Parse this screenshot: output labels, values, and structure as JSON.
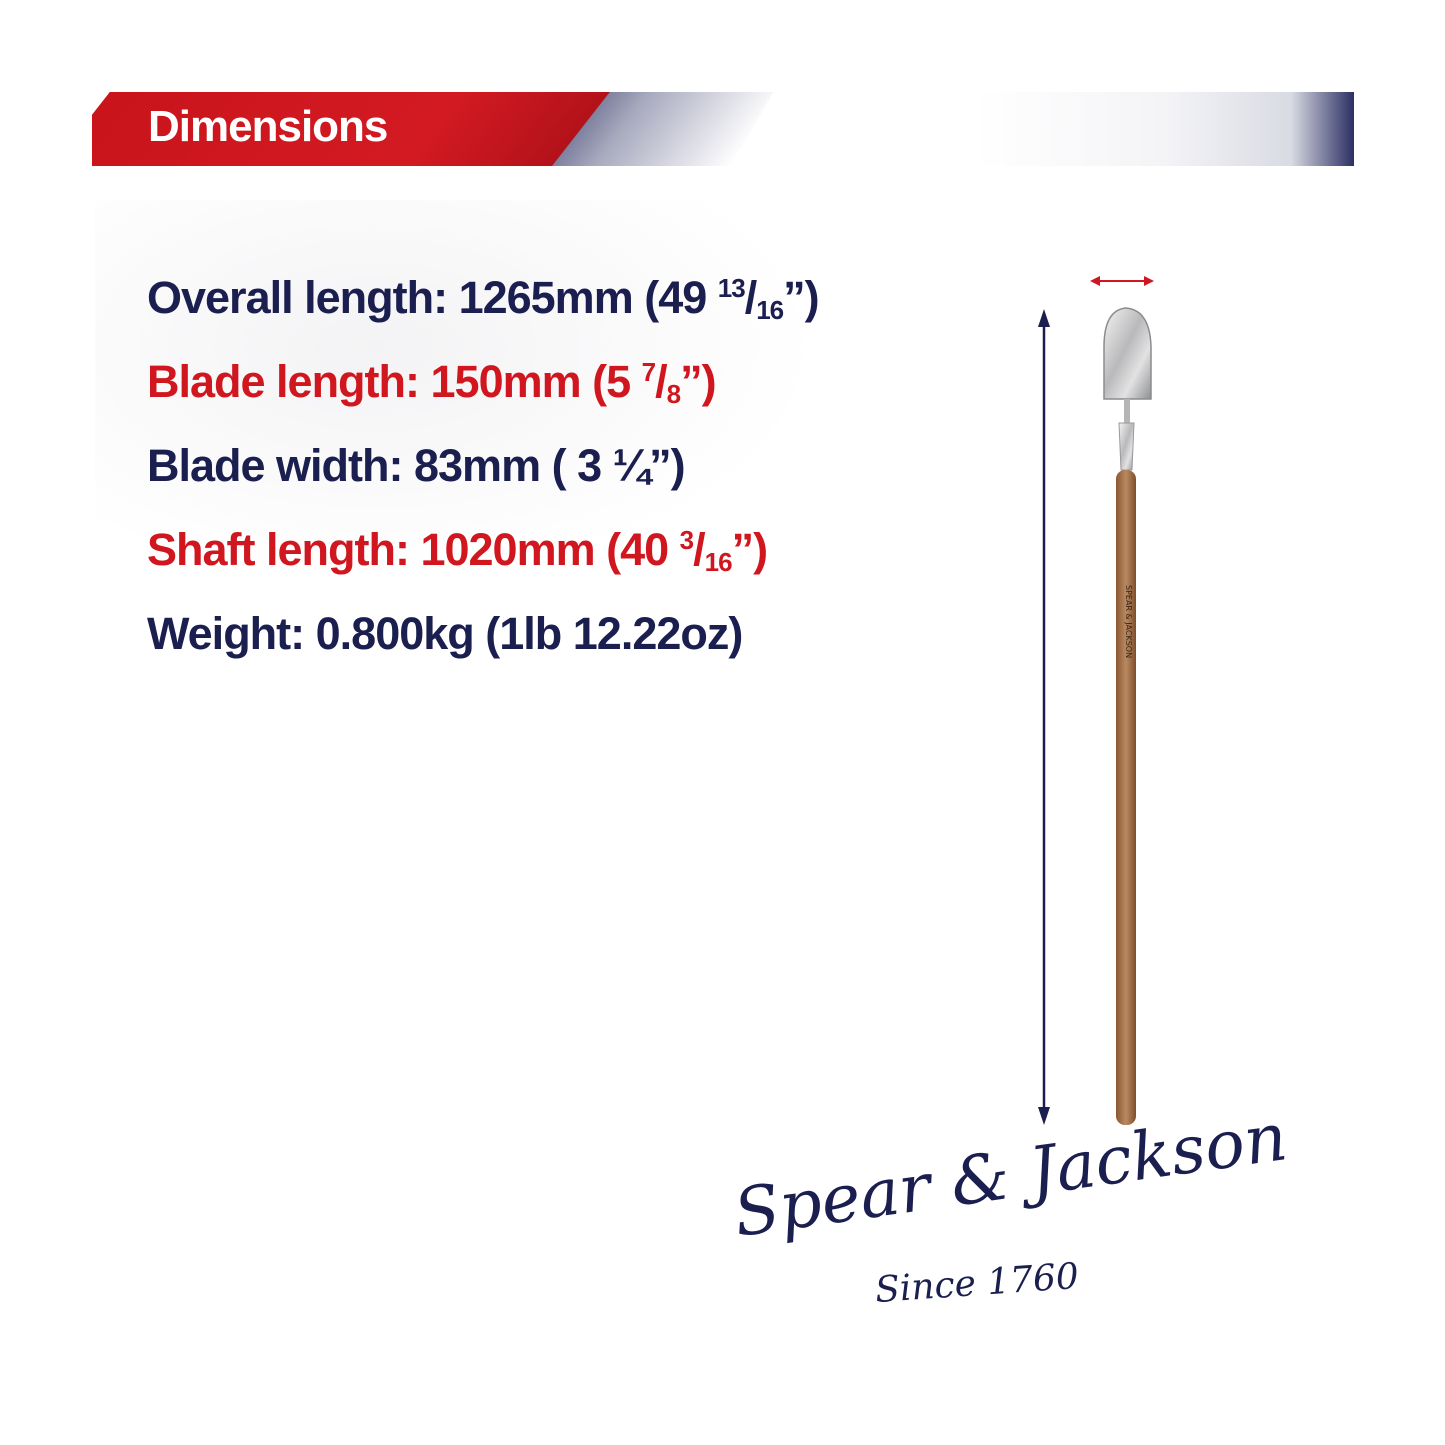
{
  "header": {
    "title": "Dimensions"
  },
  "specs": [
    {
      "label": "Overall length: ",
      "value": "1265mm (49 ",
      "sup": "13",
      "slash": "/",
      "sub": "16",
      "tail": "”)",
      "color": "#1b1f4f"
    },
    {
      "label": "Blade length: ",
      "value": "150mm (5 ",
      "sup": "7",
      "slash": "/",
      "sub": "8",
      "tail": "”)",
      "color": "#d0161e"
    },
    {
      "label": "Blade width: ",
      "value": "83mm ( 3 ¼”)",
      "sup": "",
      "slash": "",
      "sub": "",
      "tail": "",
      "color": "#1b1f4f"
    },
    {
      "label": "Shaft length: ",
      "value": "1020mm (40 ",
      "sup": "3",
      "slash": "/",
      "sub": "16",
      "tail": "”)",
      "color": "#d0161e"
    },
    {
      "label": "Weight: ",
      "value": "0.800kg (1lb 12.22oz)",
      "sup": "",
      "slash": "",
      "sub": "",
      "tail": "",
      "color": "#1b1f4f"
    }
  ],
  "tool_image": {
    "handle_text": "SPEAR & JACKSON",
    "icons": [
      "width-arrow-icon",
      "length-arrow-icon",
      "spade-icon"
    ]
  },
  "brand": {
    "name": "Spear & Jackson",
    "tagline": "Since 1760"
  },
  "colors": {
    "navy": "#1b1f4f",
    "red": "#d0161e",
    "wood": "#a8734a"
  }
}
